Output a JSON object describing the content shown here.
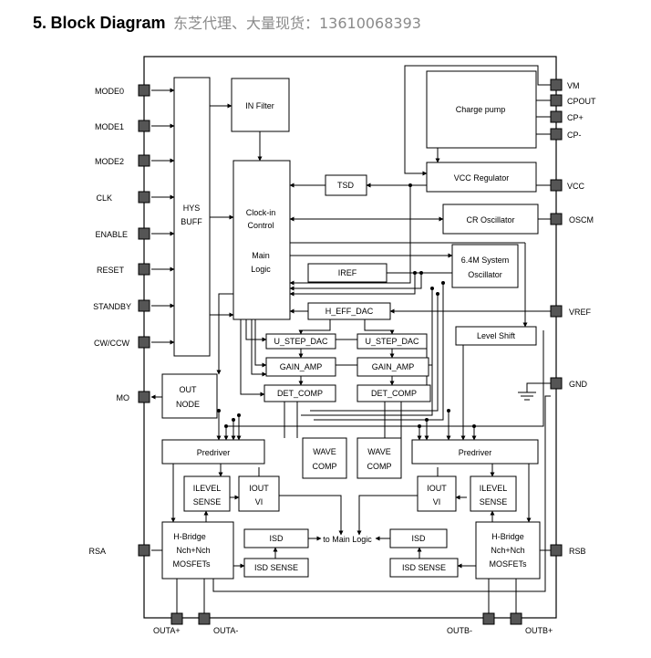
{
  "title": {
    "number": "5.",
    "text": "Block Diagram",
    "subtitle": "东芝代理、大量现货：13610068393"
  },
  "pins_left": [
    {
      "id": "mode0",
      "label": "MODE0"
    },
    {
      "id": "mode1",
      "label": "MODE1"
    },
    {
      "id": "mode2",
      "label": "MODE2"
    },
    {
      "id": "clk",
      "label": "CLK"
    },
    {
      "id": "enable",
      "label": "ENABLE"
    },
    {
      "id": "reset",
      "label": "RESET"
    },
    {
      "id": "standby",
      "label": "STANDBY"
    },
    {
      "id": "cwccw",
      "label": "CW/CCW"
    },
    {
      "id": "mo",
      "label": "MO"
    },
    {
      "id": "rsa",
      "label": "RSA"
    }
  ],
  "pins_right": [
    {
      "id": "vm",
      "label": "VM"
    },
    {
      "id": "cpout",
      "label": "CPOUT"
    },
    {
      "id": "cpplus",
      "label": "CP+"
    },
    {
      "id": "cpminus",
      "label": "CP-"
    },
    {
      "id": "vcc",
      "label": "VCC"
    },
    {
      "id": "oscm",
      "label": "OSCM"
    },
    {
      "id": "vref",
      "label": "VREF"
    },
    {
      "id": "gnd",
      "label": "GND"
    },
    {
      "id": "rsb",
      "label": "RSB"
    }
  ],
  "pins_bottom": [
    {
      "id": "outaplus",
      "label": "OUTA+"
    },
    {
      "id": "outaminus",
      "label": "OUTA-"
    },
    {
      "id": "outbminus",
      "label": "OUTB-"
    },
    {
      "id": "outbplus",
      "label": "OUTB+"
    }
  ],
  "blocks": {
    "hys_buff": [
      "HYS",
      "BUFF"
    ],
    "in_filter": "IN Filter",
    "clock_control": [
      "Clock-in",
      "Control",
      "Main",
      "Logic"
    ],
    "tsd": "TSD",
    "charge_pump": "Charge pump",
    "vcc_regulator": "VCC Regulator",
    "cr_oscillator": "CR Oscillator",
    "system_oscillator": [
      "6.4M System",
      "Oscillator"
    ],
    "iref": "IREF",
    "h_eff_dac": "H_EFF_DAC",
    "u_step_dac_a": "U_STEP_DAC",
    "u_step_dac_b": "U_STEP_DAC",
    "level_shift": "Level Shift",
    "gain_amp_a": "GAIN_AMP",
    "gain_amp_b": "GAIN_AMP",
    "det_comp_a": "DET_COMP",
    "det_comp_b": "DET_COMP",
    "out_node": [
      "OUT",
      "NODE"
    ],
    "predriver_a": "Predriver",
    "predriver_b": "Predriver",
    "wave_comp_a": [
      "WAVE",
      "COMP"
    ],
    "wave_comp_b": [
      "WAVE",
      "COMP"
    ],
    "ilevel_sense_a": [
      "ILEVEL",
      "SENSE"
    ],
    "ilevel_sense_b": [
      "ILEVEL",
      "SENSE"
    ],
    "iout_vi_a": [
      "IOUT",
      "VI"
    ],
    "iout_vi_b": [
      "IOUT",
      "VI"
    ],
    "hbridge_a": [
      "H-Bridge",
      "Nch+Nch",
      "MOSFETs"
    ],
    "hbridge_b": [
      "H-Bridge",
      "Nch+Nch",
      "MOSFETs"
    ],
    "isd_a": "ISD",
    "isd_b": "ISD",
    "isd_sense_a": "ISD SENSE",
    "isd_sense_b": "ISD SENSE",
    "to_main_logic": "to Main Logic"
  }
}
